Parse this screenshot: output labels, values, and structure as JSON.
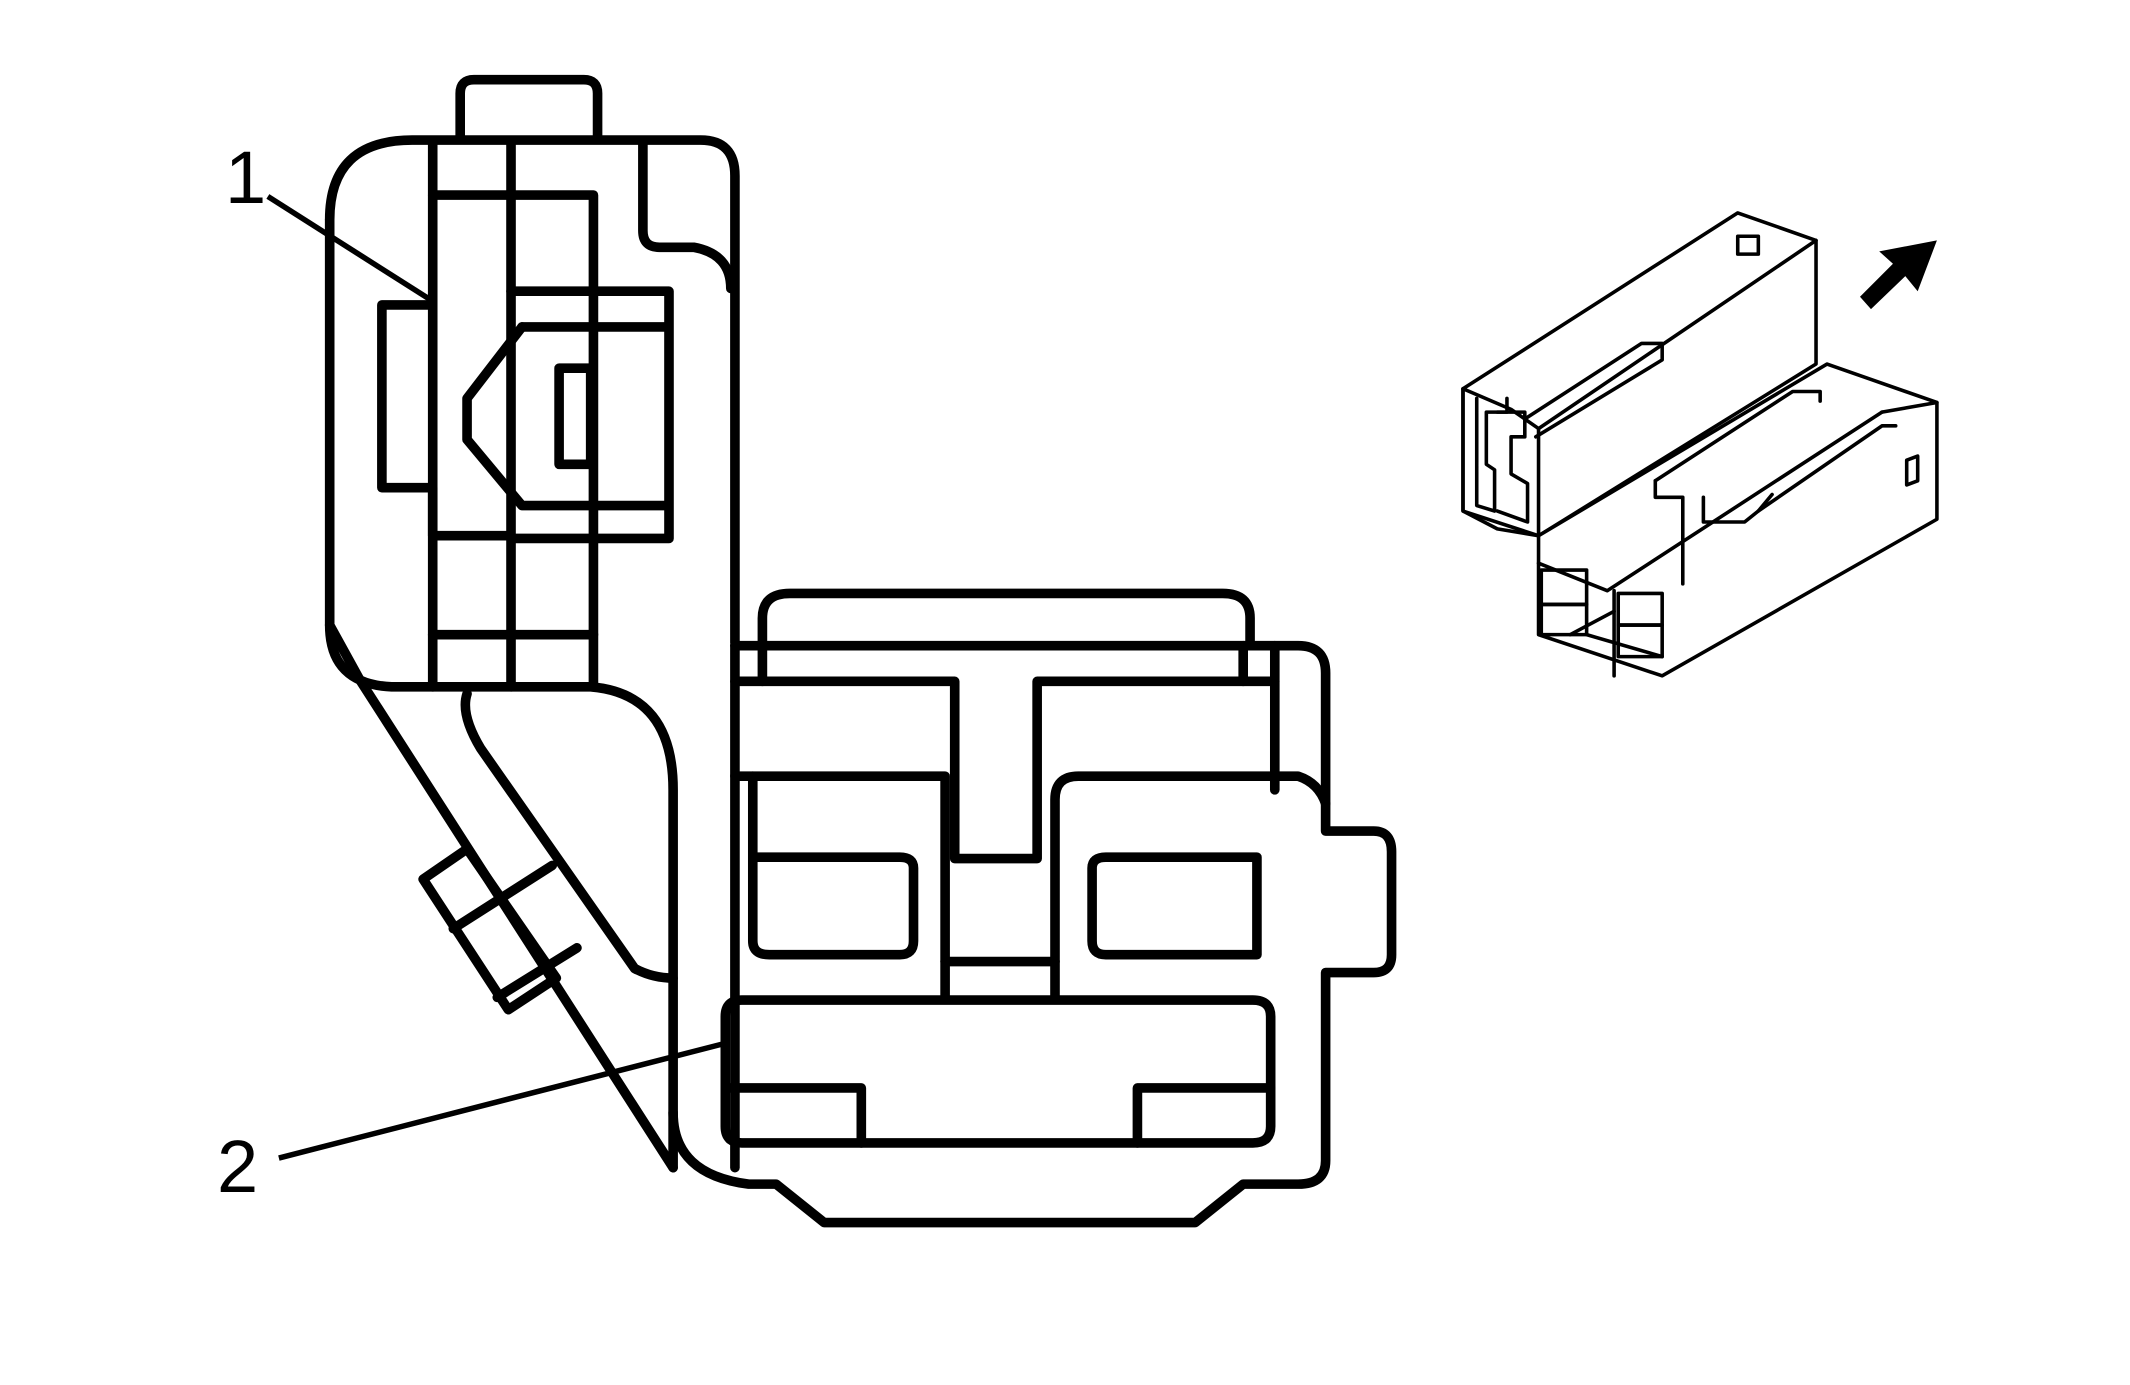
{
  "callouts": [
    {
      "id": "1",
      "label": "1"
    },
    {
      "id": "2",
      "label": "2"
    }
  ],
  "icons": {
    "direction_arrow": "arrow-up-right-icon",
    "connector_view": "connector-isometric-icon"
  },
  "colors": {
    "line": "#000000",
    "background": "#ffffff"
  }
}
